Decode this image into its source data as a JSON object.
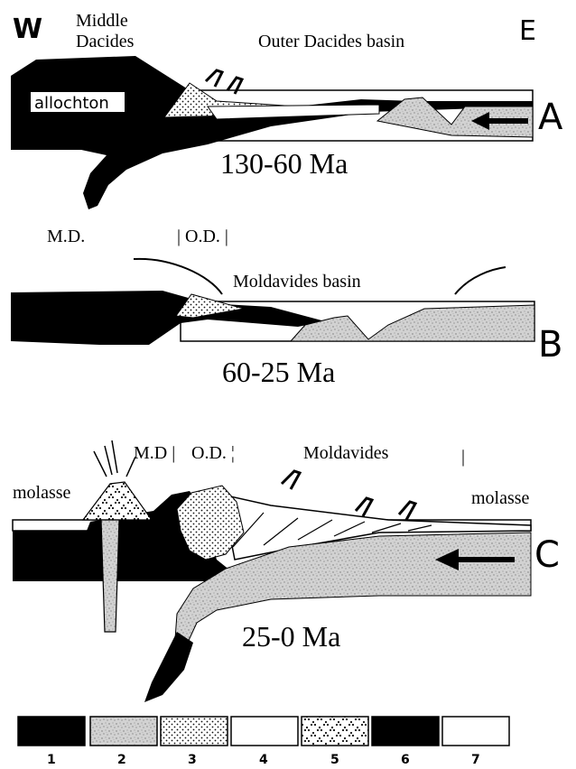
{
  "colors": {
    "ink": "#000000",
    "paper": "#ffffff",
    "speckle": "#c8c8c8",
    "dots": "#1a1a1a"
  },
  "compass": {
    "west": "W",
    "east": "E"
  },
  "panelA": {
    "letter": "A",
    "age": "130-60 Ma",
    "middle_label_line1": "Middle",
    "middle_label_line2": "Dacides",
    "basin_label": "Outer Dacides basin",
    "allochton_label": "allochton"
  },
  "panelB": {
    "letter": "B",
    "age": "60-25 Ma",
    "md_label": "M.D.",
    "od_label": "| O.D. |",
    "basin_label": "Moldavides basin"
  },
  "panelC": {
    "letter": "C",
    "age": "25-0 Ma",
    "md_label": "M.D |",
    "od_label": "O.D. ¦",
    "moldavides_label": "Moldavides",
    "moldavides_bar": "|",
    "molasse_left": "molasse",
    "molasse_right": "molasse"
  },
  "legend": [
    {
      "number": "1",
      "pattern": "solid-black"
    },
    {
      "number": "2",
      "pattern": "grey-speckle"
    },
    {
      "number": "3",
      "pattern": "fine-dots"
    },
    {
      "number": "4",
      "pattern": "white"
    },
    {
      "number": "5",
      "pattern": "triangle-dots"
    },
    {
      "number": "6",
      "pattern": "solid-black"
    },
    {
      "number": "7",
      "pattern": "white"
    }
  ]
}
